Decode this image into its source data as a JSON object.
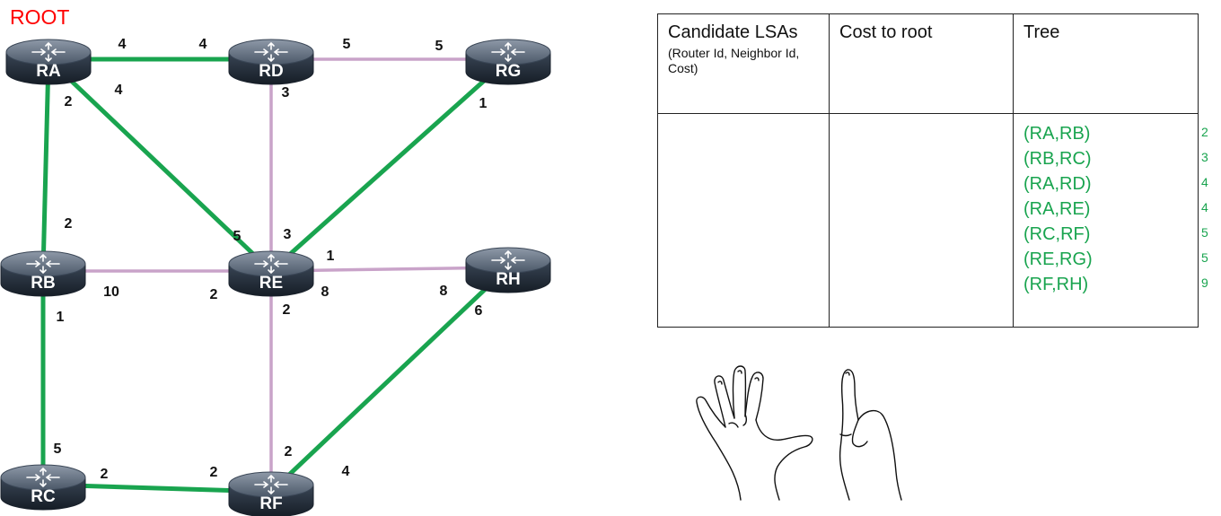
{
  "root_label": "ROOT",
  "colors": {
    "tree_link": "#19a44f",
    "other_link": "#c9a3c9",
    "root_text": "#ff0000",
    "router_body": "#2b3644"
  },
  "routers": [
    {
      "id": "ra",
      "name": "RA"
    },
    {
      "id": "rd",
      "name": "RD"
    },
    {
      "id": "rg",
      "name": "RG"
    },
    {
      "id": "rb",
      "name": "RB"
    },
    {
      "id": "re",
      "name": "RE"
    },
    {
      "id": "rh",
      "name": "RH"
    },
    {
      "id": "rc",
      "name": "RC"
    },
    {
      "id": "rf",
      "name": "RF"
    }
  ],
  "links": [
    {
      "from": "RA",
      "to": "RD",
      "cost_from": "4",
      "cost_to": "4",
      "in_tree": true
    },
    {
      "from": "RD",
      "to": "RG",
      "cost_from": "5",
      "cost_to": "5",
      "in_tree": false
    },
    {
      "from": "RA",
      "to": "RB",
      "cost_from": "2",
      "cost_to": "2",
      "in_tree": true
    },
    {
      "from": "RA",
      "to": "RE",
      "cost_from": "4",
      "cost_to": "5",
      "in_tree": true
    },
    {
      "from": "RD",
      "to": "RE",
      "cost_from": "3",
      "cost_to": "3",
      "in_tree": false
    },
    {
      "from": "RG",
      "to": "RE",
      "cost_from": "1",
      "cost_to": "1",
      "in_tree": true
    },
    {
      "from": "RB",
      "to": "RE",
      "cost_from": "10",
      "cost_to": "2",
      "in_tree": false
    },
    {
      "from": "RE",
      "to": "RH",
      "cost_from": "8",
      "cost_to": "8",
      "in_tree": false
    },
    {
      "from": "RB",
      "to": "RC",
      "cost_from": "1",
      "cost_to": "5",
      "in_tree": true
    },
    {
      "from": "RE",
      "to": "RF",
      "cost_from": "2",
      "cost_to": "2",
      "in_tree": false
    },
    {
      "from": "RH",
      "to": "RF",
      "cost_from": "6",
      "cost_to": "4",
      "in_tree": true
    },
    {
      "from": "RC",
      "to": "RF",
      "cost_from": "2",
      "cost_to": "2",
      "in_tree": true
    }
  ],
  "table": {
    "col1_title": "Candidate LSAs",
    "col1_subtitle": "(Router Id, Neighbor Id, Cost)",
    "col2_title": "Cost to root",
    "col3_title": "Tree",
    "tree_entries": [
      "(RA,RB)",
      "(RB,RC)",
      "(RA,RD)",
      "(RA,RE)",
      "(RC,RF)",
      "(RE,RG)",
      "(RF,RH)"
    ],
    "tree_costs": [
      "2",
      "3",
      "4",
      "4",
      "5",
      "5",
      "9"
    ]
  },
  "hands_icon": "counting-hands-nine-fingers"
}
